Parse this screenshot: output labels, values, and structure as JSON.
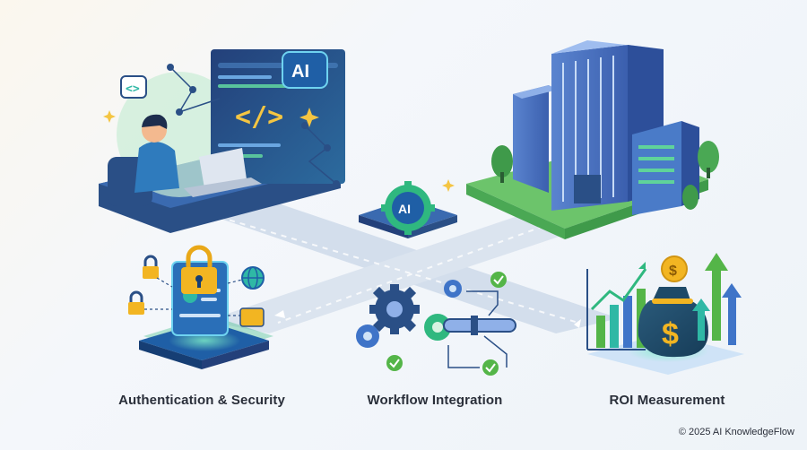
{
  "labels": {
    "developer_badge": "AI",
    "hub_badge": "AI",
    "code_glyph": "</>",
    "code_bubble": "<>",
    "money_sign": "$",
    "coin_sign": "$"
  },
  "sections": [
    {
      "id": "auth",
      "label": "Authentication & Security",
      "icon": "lock-icon"
    },
    {
      "id": "workflow",
      "label": "Workflow Integration",
      "icon": "gear-icon"
    },
    {
      "id": "roi",
      "label": "ROI Measurement",
      "icon": "money-bag-icon"
    }
  ],
  "footer": {
    "copyright": "© 2025 AI KnowledgeFlow"
  },
  "colors": {
    "navy": "#1f3f78",
    "blue": "#3f74c8",
    "teal": "#2fb8a5",
    "green": "#54b548",
    "gold": "#f2b522",
    "path": "#cfdcec"
  }
}
